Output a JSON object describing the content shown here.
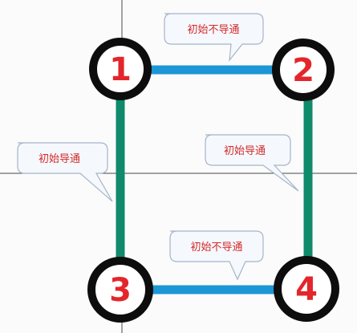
{
  "colors": {
    "node_ring": "#0d0d0d",
    "node_fill": "#ffffff",
    "node_text": "#e3262b",
    "link_blue": "#1c96d6",
    "link_green": "#0f8a6b",
    "callout_text": "#d42a2a",
    "callout_fill": "#f5f8fd",
    "callout_stroke": "#a5b5c8",
    "crosshair": "#4a4a4a"
  },
  "nodes": [
    {
      "id": "n1",
      "label": "1"
    },
    {
      "id": "n2",
      "label": "2"
    },
    {
      "id": "n3",
      "label": "3"
    },
    {
      "id": "n4",
      "label": "4"
    }
  ],
  "edges": [
    {
      "id": "e12",
      "from": "n1",
      "to": "n2",
      "color": "link_blue"
    },
    {
      "id": "e34",
      "from": "n3",
      "to": "n4",
      "color": "link_blue"
    },
    {
      "id": "e13",
      "from": "n1",
      "to": "n3",
      "color": "link_green"
    },
    {
      "id": "e24",
      "from": "n2",
      "to": "n4",
      "color": "link_green"
    }
  ],
  "callouts": [
    {
      "id": "c12",
      "edge": "e12",
      "text": "初始不导通"
    },
    {
      "id": "c13",
      "edge": "e13",
      "text": "初始导通"
    },
    {
      "id": "c24",
      "edge": "e24",
      "text": "初始导通"
    },
    {
      "id": "c34",
      "edge": "e34",
      "text": "初始不导通"
    }
  ]
}
